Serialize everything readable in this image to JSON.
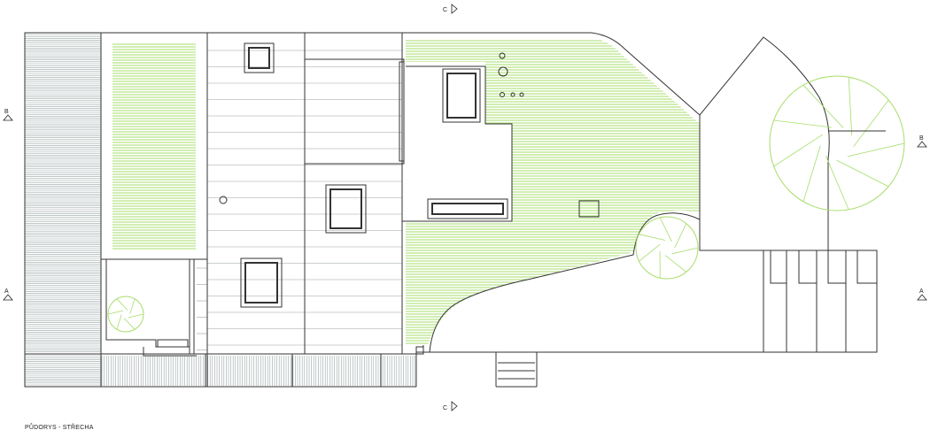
{
  "caption": "PŮDORYS - STŘECHA",
  "section_markers": {
    "left_b": "B",
    "left_a": "A",
    "right_b": "B",
    "right_a": "A",
    "top": "C",
    "bottom": "C"
  },
  "colors": {
    "line": "#333333",
    "hatch_gray": "#9aa3a6",
    "green_roof": "#a6dd6a",
    "tree": "#a6dd6a"
  }
}
